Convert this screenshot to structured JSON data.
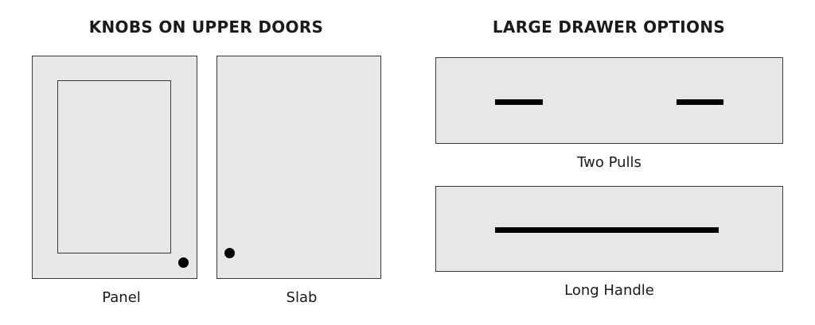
{
  "sections": {
    "upper_doors": {
      "title": "KNOBS ON UPPER DOORS",
      "items": [
        {
          "label": "Panel",
          "hardware": "knob-icon"
        },
        {
          "label": "Slab",
          "hardware": "knob-icon"
        }
      ]
    },
    "large_drawers": {
      "title": "LARGE DRAWER OPTIONS",
      "items": [
        {
          "label": "Two Pulls",
          "hardware": "pull-icon"
        },
        {
          "label": "Long Handle",
          "hardware": "handle-icon"
        }
      ]
    }
  },
  "colors": {
    "door_fill": "#e6e7e9",
    "outline": "#3a3a3a",
    "hardware": "#000000",
    "text": "#1a1a1a"
  }
}
